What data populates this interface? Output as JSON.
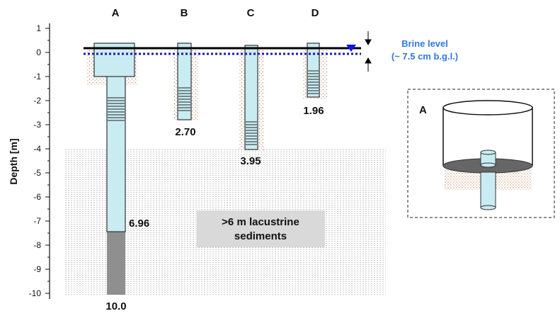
{
  "colors": {
    "pipe_fill": "#c9ecf2",
    "pipe_stroke": "#333333",
    "screen_line": "#222222",
    "gravel_dot": "#b48a6a",
    "sediment_dot": "#9a9a9a",
    "brine_line": "#1a1aa6",
    "brine_label": "#3377dd",
    "sediment_box": "#d9d9d9",
    "deep_pipe": "#8f8f8f",
    "platform": "#666666"
  },
  "axis": {
    "label": "Depth [m]",
    "ticks": [
      "1",
      "0",
      "-1",
      "-2",
      "-3",
      "-4",
      "-5",
      "-6",
      "-7",
      "-8",
      "-9",
      "-10"
    ]
  },
  "wells": {
    "A": {
      "label": "A",
      "depth_text": "6.96",
      "total_text": "10.0"
    },
    "B": {
      "label": "B",
      "depth_text": "2.70"
    },
    "C": {
      "label": "C",
      "depth_text": "3.95"
    },
    "D": {
      "label": "D",
      "depth_text": "1.96"
    }
  },
  "brine": {
    "line1": "Brine level",
    "line2": "(~ 7.5 cm b.g.l.)"
  },
  "sediment": {
    "line1": ">6 m lacustrine",
    "line2": "sediments"
  },
  "inset": {
    "label": "A"
  }
}
